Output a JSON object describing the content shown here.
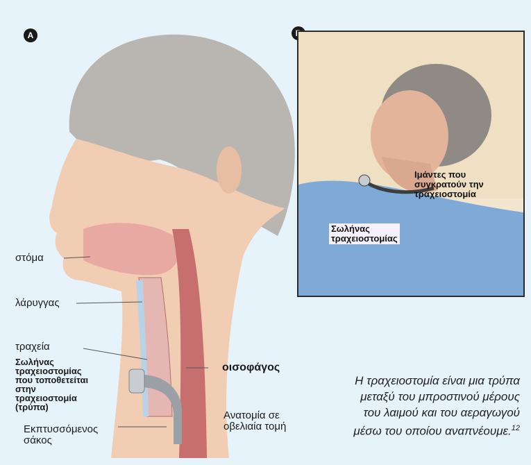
{
  "badges": {
    "a": "A",
    "b": "B"
  },
  "labels": {
    "mouth": "στόμα",
    "larynx": "λάρυγγας",
    "trachea": "τραχεία",
    "tube_line1": "Σωλήνας",
    "tube_line2": "τραχειοστομίας",
    "tube_line3": "που τοποθετείται",
    "tube_line4": "στην",
    "tube_line5": "τραχειοστομία",
    "tube_line6": "(τρύπα)",
    "esophagus": "οισοφάγος",
    "cuff_line1": "Εκπτυσσόμενος",
    "cuff_line2": "σάκος",
    "sagittal_line1": "Ανατομία σε",
    "sagittal_line2": "οβελιαία τομή"
  },
  "inset": {
    "straps_line1": "Ιμάντες που",
    "straps_line2": "συγκρατούν την",
    "straps_line3": "τραχειοστομία",
    "tube_line1": "Σωλήνας",
    "tube_line2": "τραχειοστομίας"
  },
  "caption": {
    "text": "Η τραχειοστομία είναι μια τρύπα μεταξύ του μπροστινού μέρους του λαιμού και του αεραγωγού μέσω του οποίου αναπνέουμε.",
    "ref": "12"
  },
  "colors": {
    "background": "#e6f3fb",
    "skin": "#f0cdb3",
    "hair": "#b9b6b1",
    "airway": "#b8d3e8",
    "esophagus": "#c76f6f",
    "tube": "#9aa0a6"
  }
}
